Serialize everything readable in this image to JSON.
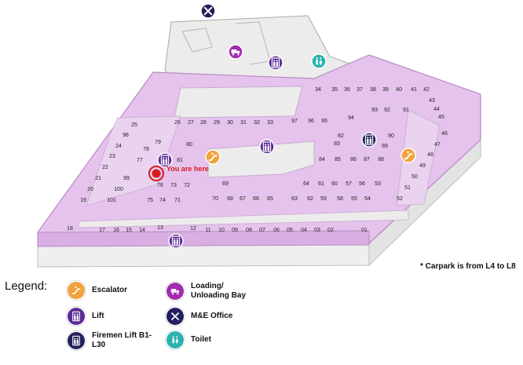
{
  "map": {
    "you_are_here": "You are here",
    "carpark_note": "* Carpark is from L4 to L8",
    "colors": {
      "floor": "#e5c3ec",
      "floor_edge": "#b889c4",
      "grey": "#e9e9e9",
      "base": "#f2f2f2",
      "lift": "#5c2a96",
      "escalator": "#f0a23c",
      "loading": "#a22cb0",
      "me_office": "#23205f",
      "toilet": "#2ab3b0",
      "you_are_here": "#d81b1b"
    },
    "lots": [
      {
        "id": "01"
      },
      {
        "id": "02"
      },
      {
        "id": "03"
      },
      {
        "id": "04"
      },
      {
        "id": "05"
      },
      {
        "id": "06"
      },
      {
        "id": "07"
      },
      {
        "id": "08"
      },
      {
        "id": "09"
      },
      {
        "id": "10"
      },
      {
        "id": "11"
      },
      {
        "id": "12"
      },
      {
        "id": "13"
      },
      {
        "id": "14"
      },
      {
        "id": "15"
      },
      {
        "id": "16"
      },
      {
        "id": "17"
      },
      {
        "id": "18"
      },
      {
        "id": "19"
      },
      {
        "id": "20"
      },
      {
        "id": "21"
      },
      {
        "id": "22"
      },
      {
        "id": "23"
      },
      {
        "id": "24"
      },
      {
        "id": "25"
      },
      {
        "id": "26"
      },
      {
        "id": "27"
      },
      {
        "id": "28"
      },
      {
        "id": "29"
      },
      {
        "id": "30"
      },
      {
        "id": "31"
      },
      {
        "id": "32"
      },
      {
        "id": "33"
      },
      {
        "id": "34"
      },
      {
        "id": "35"
      },
      {
        "id": "36"
      },
      {
        "id": "37"
      },
      {
        "id": "38"
      },
      {
        "id": "39"
      },
      {
        "id": "40"
      },
      {
        "id": "41"
      },
      {
        "id": "42"
      },
      {
        "id": "43"
      },
      {
        "id": "44"
      },
      {
        "id": "45"
      },
      {
        "id": "46"
      },
      {
        "id": "47"
      },
      {
        "id": "48"
      },
      {
        "id": "49"
      },
      {
        "id": "50"
      },
      {
        "id": "51"
      },
      {
        "id": "52"
      },
      {
        "id": "53"
      },
      {
        "id": "54"
      },
      {
        "id": "55"
      },
      {
        "id": "56"
      },
      {
        "id": "57"
      },
      {
        "id": "58"
      },
      {
        "id": "59"
      },
      {
        "id": "60"
      },
      {
        "id": "61"
      },
      {
        "id": "62"
      },
      {
        "id": "63"
      },
      {
        "id": "64"
      },
      {
        "id": "65"
      },
      {
        "id": "66"
      },
      {
        "id": "67"
      },
      {
        "id": "68"
      },
      {
        "id": "69"
      },
      {
        "id": "70"
      },
      {
        "id": "71"
      },
      {
        "id": "72"
      },
      {
        "id": "73"
      },
      {
        "id": "74"
      },
      {
        "id": "75"
      },
      {
        "id": "76"
      },
      {
        "id": "77"
      },
      {
        "id": "78"
      },
      {
        "id": "79"
      },
      {
        "id": "80"
      },
      {
        "id": "81"
      },
      {
        "id": "82"
      },
      {
        "id": "83"
      },
      {
        "id": "84"
      },
      {
        "id": "85"
      },
      {
        "id": "86"
      },
      {
        "id": "87"
      },
      {
        "id": "88"
      },
      {
        "id": "89"
      },
      {
        "id": "90"
      },
      {
        "id": "91"
      },
      {
        "id": "92"
      },
      {
        "id": "93"
      },
      {
        "id": "94"
      },
      {
        "id": "95"
      },
      {
        "id": "96"
      },
      {
        "id": "97"
      },
      {
        "id": "98"
      },
      {
        "id": "99"
      },
      {
        "id": "100"
      },
      {
        "id": "101"
      }
    ],
    "markers": [
      {
        "type": "me-office",
        "icon": "wrench-cross-icon"
      },
      {
        "type": "loading",
        "icon": "truck-icon"
      },
      {
        "type": "lift",
        "icon": "lift-icon"
      },
      {
        "type": "toilet",
        "icon": "toilet-icon"
      },
      {
        "type": "lift",
        "icon": "lift-icon"
      },
      {
        "type": "firemen-lift",
        "icon": "firemen-lift-icon"
      },
      {
        "type": "escalator",
        "icon": "escalator-icon"
      },
      {
        "type": "escalator",
        "icon": "escalator-icon"
      },
      {
        "type": "lift",
        "icon": "lift-icon"
      },
      {
        "type": "lift",
        "icon": "lift-icon"
      }
    ]
  },
  "legend": {
    "title": "Legend:",
    "items": [
      {
        "key": "escalator",
        "label": "Escalator",
        "icon": "escalator-icon"
      },
      {
        "key": "lift",
        "label": "Lift",
        "icon": "lift-icon"
      },
      {
        "key": "firemen-lift",
        "label": "Firemen Lift B1-L30",
        "icon": "firemen-lift-icon"
      },
      {
        "key": "loading",
        "label": "Loading/ Unloading Bay",
        "icon": "truck-icon"
      },
      {
        "key": "me-office",
        "label": "M&E Office",
        "icon": "wrench-cross-icon"
      },
      {
        "key": "toilet",
        "label": "Toilet",
        "icon": "toilet-icon"
      }
    ]
  }
}
